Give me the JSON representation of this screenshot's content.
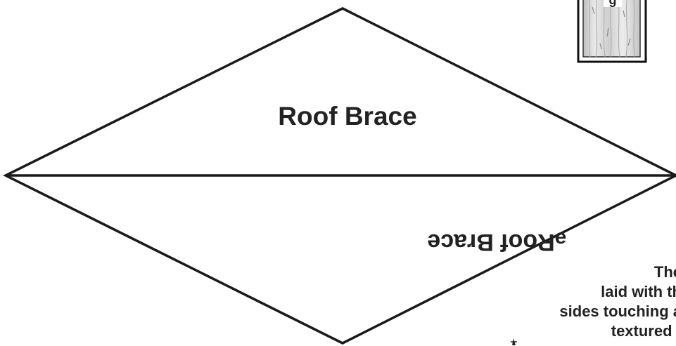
{
  "diagram": {
    "upper_label": "Roof Brace",
    "mirrored_label": "Roof Brace",
    "mirrored_label_overlap": "e",
    "texture_swatch_label": "g",
    "instruction_lines": [
      "The",
      "laid with th",
      "sides touching a",
      "textured t"
    ]
  }
}
